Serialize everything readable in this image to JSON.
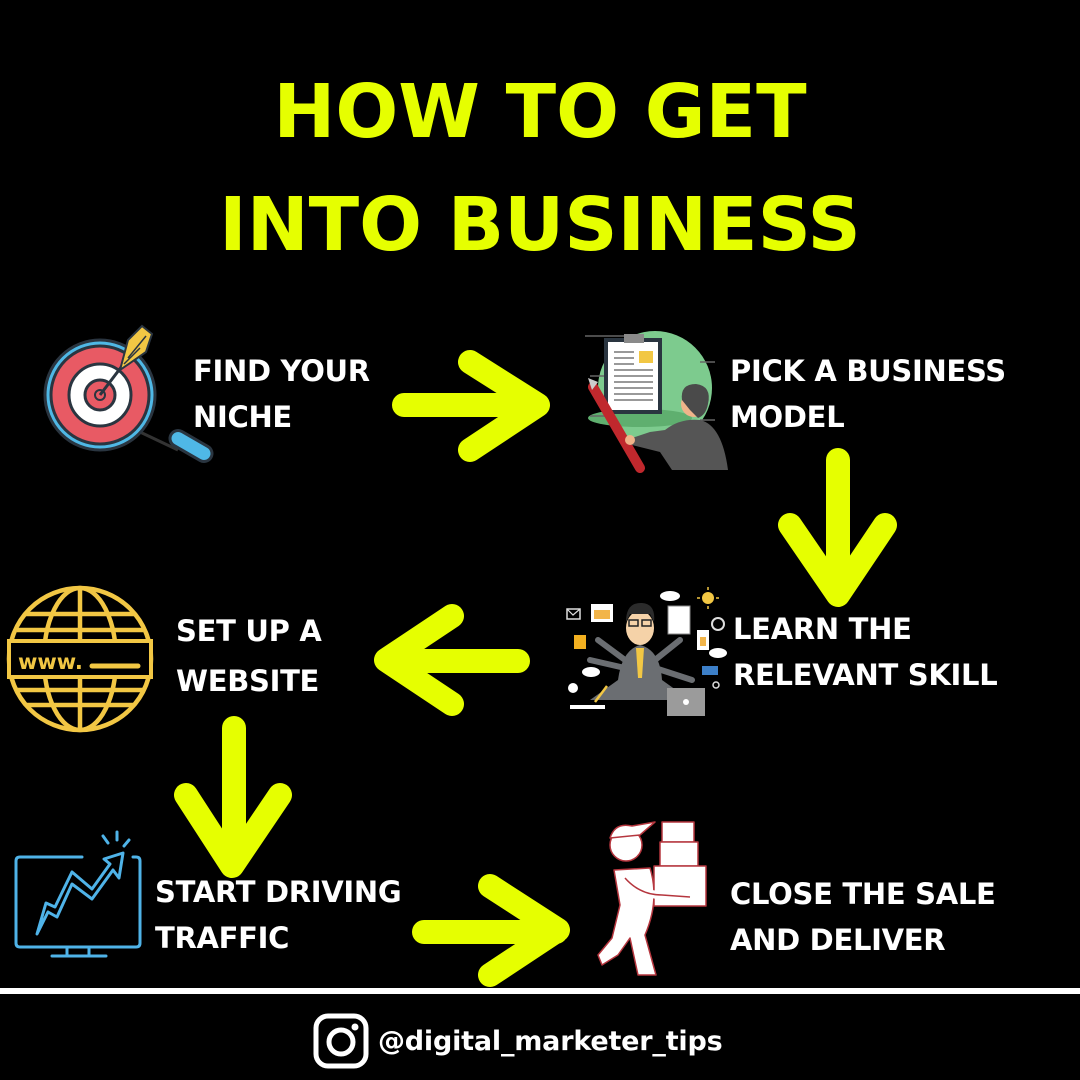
{
  "title": {
    "line1": "HOW TO GET",
    "line2": "INTO BUSINESS"
  },
  "colors": {
    "background": "#000000",
    "accent": "#E6FF00",
    "text": "#FFFFFF",
    "globe": "#F2C744",
    "monitor": "#4FB3E8",
    "target_red": "#E85A64"
  },
  "steps": [
    {
      "id": 1,
      "icon": "target-search-icon",
      "line1": "FIND YOUR",
      "line2": "NICHE"
    },
    {
      "id": 2,
      "icon": "clipboard-planning-icon",
      "line1": "PICK A BUSINESS",
      "line2": "MODEL"
    },
    {
      "id": 3,
      "icon": "multitasking-businessman-icon",
      "line1": "LEARN THE",
      "line2": "RELEVANT SKILL"
    },
    {
      "id": 4,
      "icon": "www-globe-icon",
      "line1": "SET UP A",
      "line2": "WEBSITE"
    },
    {
      "id": 5,
      "icon": "growth-chart-monitor-icon",
      "line1": "START DRIVING",
      "line2": "TRAFFIC"
    },
    {
      "id": 6,
      "icon": "delivery-man-boxes-icon",
      "line1": "CLOSE THE SALE",
      "line2": "AND DELIVER"
    }
  ],
  "flow": [
    {
      "from": 1,
      "to": 2,
      "direction": "right"
    },
    {
      "from": 2,
      "to": 3,
      "direction": "down"
    },
    {
      "from": 3,
      "to": 4,
      "direction": "left"
    },
    {
      "from": 4,
      "to": 5,
      "direction": "down"
    },
    {
      "from": 5,
      "to": 6,
      "direction": "right"
    }
  ],
  "footer": {
    "icon": "instagram-icon",
    "handle": "@digital_marketer_tips"
  }
}
